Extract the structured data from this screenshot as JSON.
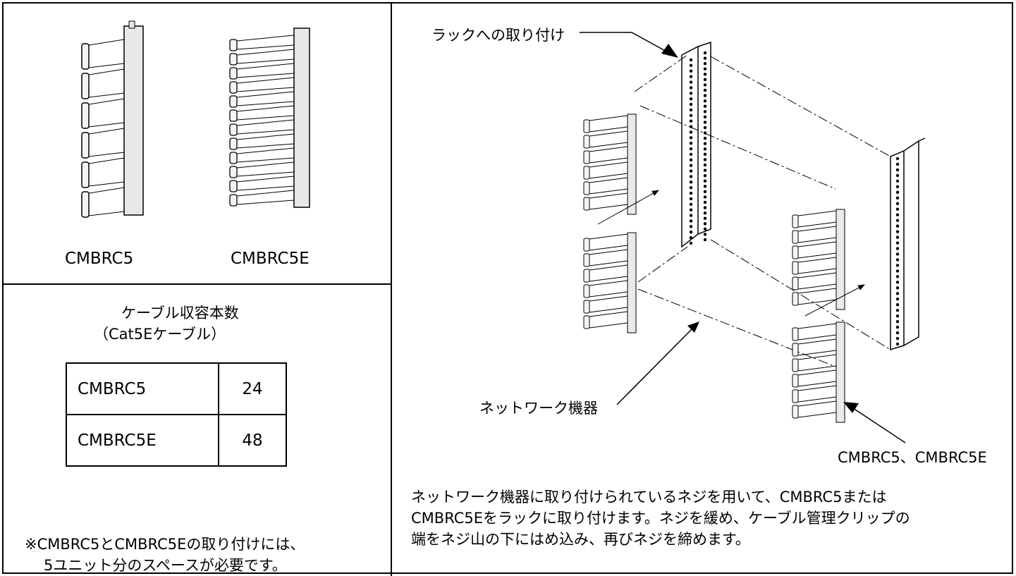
{
  "products": {
    "left_label": "CMBRC5",
    "right_label": "CMBRC5E"
  },
  "capacity": {
    "title": "ケーブル収容本数",
    "subtitle": "（Cat5Eケーブル）",
    "rows": [
      {
        "name": "CMBRC5",
        "count": "24"
      },
      {
        "name": "CMBRC5E",
        "count": "48"
      }
    ]
  },
  "note": {
    "line1": "※CMBRC5とCMBRC5Eの取り付けには、",
    "line2": "5ユニット分のスペースが必要です。"
  },
  "diagram": {
    "rack_label": "ラックへの取り付け",
    "network_label": "ネットワーク機器",
    "clip_label": "CMBRC5、CMBRC5E"
  },
  "instructions": {
    "line1": "ネットワーク機器に取り付けられているネジを用いて、CMBRC5または",
    "line2": "CMBRC5Eをラックに取り付けます。ネジを緩め、ケーブル管理クリップの",
    "line3": "端をネジ山の下にはめ込み、再びネジを締めます。"
  }
}
